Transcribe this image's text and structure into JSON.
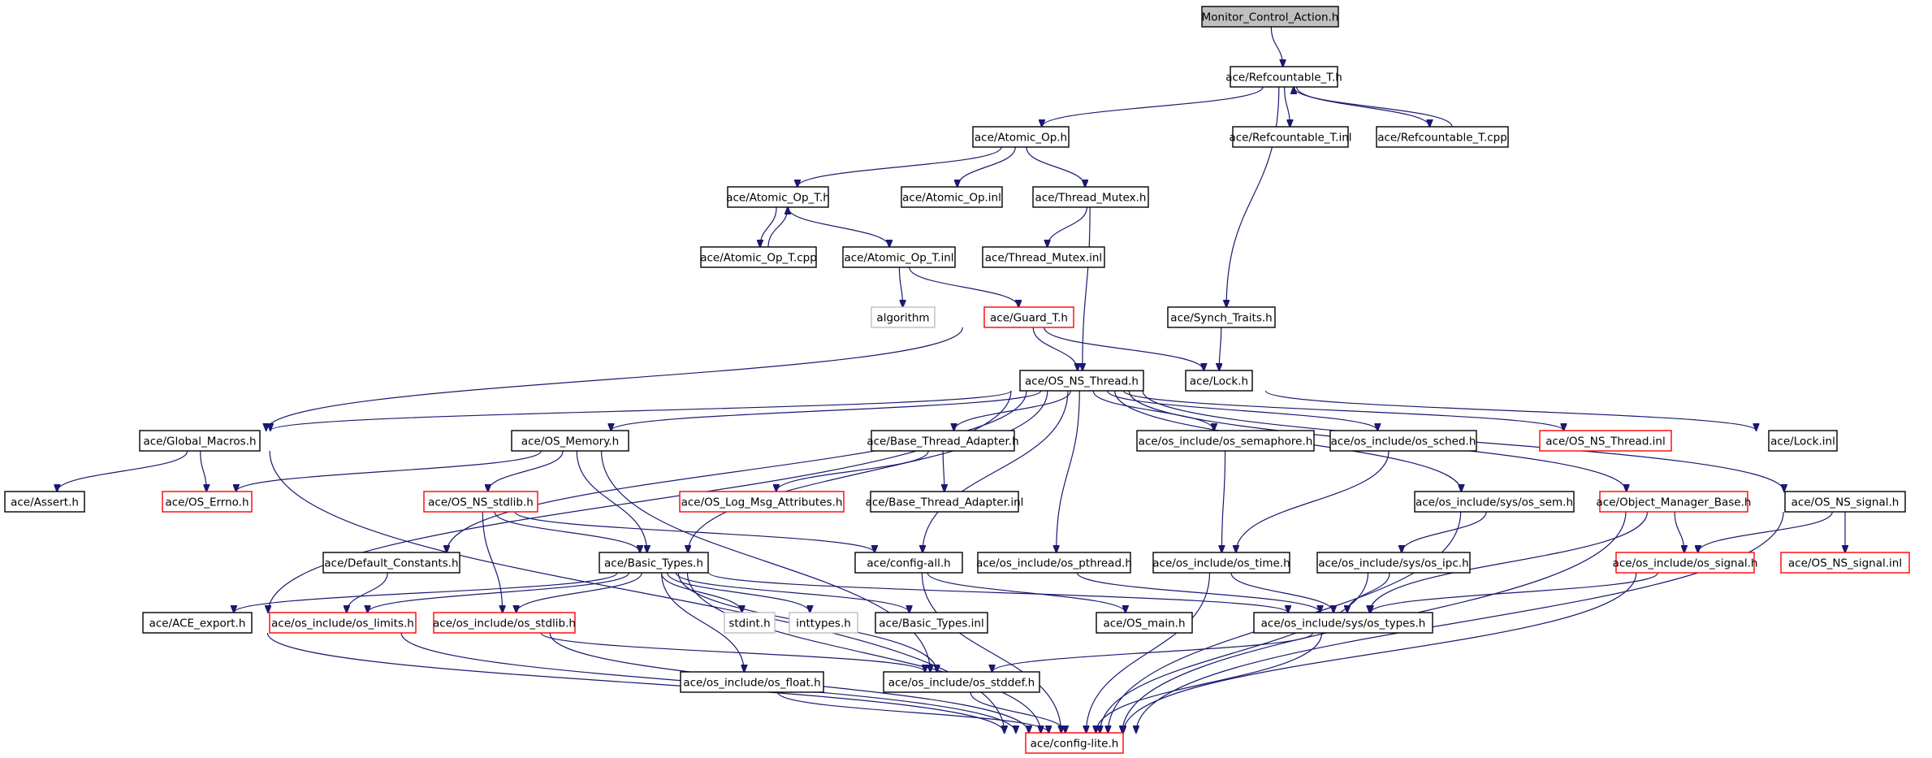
{
  "colors": {
    "edge": "#191970",
    "root_fill": "#bfbfbf",
    "default_border": "#000000",
    "truncated_border": "#ff0000",
    "system_border": "#bfbfbf",
    "text": "#000000"
  },
  "nodes": [
    {
      "id": "n0",
      "label": "Monitor_Control_Action.h",
      "style": "root"
    },
    {
      "id": "n1",
      "label": "ace/Refcountable_T.h",
      "style": "normal"
    },
    {
      "id": "n2",
      "label": "ace/Atomic_Op.h",
      "style": "normal"
    },
    {
      "id": "n3",
      "label": "ace/Refcountable_T.inl",
      "style": "normal"
    },
    {
      "id": "n4",
      "label": "ace/Refcountable_T.cpp",
      "style": "normal"
    },
    {
      "id": "n5",
      "label": "ace/Atomic_Op_T.h",
      "style": "normal"
    },
    {
      "id": "n6",
      "label": "ace/Atomic_Op.inl",
      "style": "normal"
    },
    {
      "id": "n7",
      "label": "ace/Thread_Mutex.h",
      "style": "normal"
    },
    {
      "id": "n8",
      "label": "ace/Atomic_Op_T.cpp",
      "style": "normal"
    },
    {
      "id": "n9",
      "label": "ace/Atomic_Op_T.inl",
      "style": "normal"
    },
    {
      "id": "n10",
      "label": "ace/Thread_Mutex.inl",
      "style": "normal"
    },
    {
      "id": "n11",
      "label": "algorithm",
      "style": "system"
    },
    {
      "id": "n12",
      "label": "ace/Guard_T.h",
      "style": "truncated"
    },
    {
      "id": "n13",
      "label": "ace/Synch_Traits.h",
      "style": "normal"
    },
    {
      "id": "n14",
      "label": "ace/OS_NS_Thread.h",
      "style": "normal"
    },
    {
      "id": "n15",
      "label": "ace/Lock.h",
      "style": "normal"
    },
    {
      "id": "n16",
      "label": "ace/Global_Macros.h",
      "style": "normal"
    },
    {
      "id": "n17",
      "label": "ace/OS_Memory.h",
      "style": "normal"
    },
    {
      "id": "n18",
      "label": "ace/Base_Thread_Adapter.h",
      "style": "normal"
    },
    {
      "id": "n19",
      "label": "ace/os_include/os_semaphore.h",
      "style": "normal"
    },
    {
      "id": "n20",
      "label": "ace/os_include/os_sched.h",
      "style": "normal"
    },
    {
      "id": "n21",
      "label": "ace/OS_NS_Thread.inl",
      "style": "truncated"
    },
    {
      "id": "n22",
      "label": "ace/Lock.inl",
      "style": "normal"
    },
    {
      "id": "n23",
      "label": "ace/Assert.h",
      "style": "normal"
    },
    {
      "id": "n24",
      "label": "ace/OS_Errno.h",
      "style": "truncated"
    },
    {
      "id": "n25",
      "label": "ace/OS_NS_stdlib.h",
      "style": "truncated"
    },
    {
      "id": "n26",
      "label": "ace/OS_Log_Msg_Attributes.h",
      "style": "truncated"
    },
    {
      "id": "n27",
      "label": "ace/Base_Thread_Adapter.inl",
      "style": "normal"
    },
    {
      "id": "n28",
      "label": "ace/os_include/sys/os_sem.h",
      "style": "normal"
    },
    {
      "id": "n29",
      "label": "ace/Object_Manager_Base.h",
      "style": "truncated"
    },
    {
      "id": "n30",
      "label": "ace/OS_NS_signal.h",
      "style": "normal"
    },
    {
      "id": "n31",
      "label": "ace/Default_Constants.h",
      "style": "normal"
    },
    {
      "id": "n32",
      "label": "ace/Basic_Types.h",
      "style": "normal"
    },
    {
      "id": "n33",
      "label": "ace/config-all.h",
      "style": "normal"
    },
    {
      "id": "n34",
      "label": "ace/os_include/os_pthread.h",
      "style": "normal"
    },
    {
      "id": "n35",
      "label": "ace/os_include/os_time.h",
      "style": "normal"
    },
    {
      "id": "n36",
      "label": "ace/os_include/sys/os_ipc.h",
      "style": "normal"
    },
    {
      "id": "n37",
      "label": "ace/os_include/os_signal.h",
      "style": "truncated"
    },
    {
      "id": "n38",
      "label": "ace/OS_NS_signal.inl",
      "style": "truncated"
    },
    {
      "id": "n39",
      "label": "ace/ACE_export.h",
      "style": "normal"
    },
    {
      "id": "n40",
      "label": "ace/os_include/os_limits.h",
      "style": "truncated"
    },
    {
      "id": "n41",
      "label": "ace/os_include/os_stdlib.h",
      "style": "truncated"
    },
    {
      "id": "n42",
      "label": "stdint.h",
      "style": "system"
    },
    {
      "id": "n43",
      "label": "inttypes.h",
      "style": "system"
    },
    {
      "id": "n44",
      "label": "ace/Basic_Types.inl",
      "style": "normal"
    },
    {
      "id": "n45",
      "label": "ace/OS_main.h",
      "style": "normal"
    },
    {
      "id": "n46",
      "label": "ace/os_include/sys/os_types.h",
      "style": "normal"
    },
    {
      "id": "n47",
      "label": "ace/os_include/os_float.h",
      "style": "normal"
    },
    {
      "id": "n48",
      "label": "ace/os_include/os_stddef.h",
      "style": "normal"
    },
    {
      "id": "n49",
      "label": "ace/config-lite.h",
      "style": "truncated"
    }
  ],
  "edges": [
    [
      "n0",
      "n1"
    ],
    [
      "n1",
      "n2"
    ],
    [
      "n1",
      "n3"
    ],
    [
      "n1",
      "n4"
    ],
    [
      "n4",
      "n1"
    ],
    [
      "n1",
      "n13"
    ],
    [
      "n2",
      "n5"
    ],
    [
      "n2",
      "n6"
    ],
    [
      "n2",
      "n7"
    ],
    [
      "n5",
      "n8"
    ],
    [
      "n8",
      "n5"
    ],
    [
      "n5",
      "n9"
    ],
    [
      "n7",
      "n10"
    ],
    [
      "n7",
      "n14"
    ],
    [
      "n9",
      "n11"
    ],
    [
      "n9",
      "n12"
    ],
    [
      "n12",
      "n14"
    ],
    [
      "n12",
      "n15"
    ],
    [
      "n12",
      "n16"
    ],
    [
      "n13",
      "n15"
    ],
    [
      "n15",
      "n22"
    ],
    [
      "n14",
      "n16"
    ],
    [
      "n14",
      "n17"
    ],
    [
      "n14",
      "n18"
    ],
    [
      "n14",
      "n19"
    ],
    [
      "n14",
      "n20"
    ],
    [
      "n14",
      "n21"
    ],
    [
      "n14",
      "n28"
    ],
    [
      "n14",
      "n29"
    ],
    [
      "n14",
      "n30"
    ],
    [
      "n14",
      "n31"
    ],
    [
      "n14",
      "n32"
    ],
    [
      "n14",
      "n33"
    ],
    [
      "n14",
      "n34"
    ],
    [
      "n14",
      "n39"
    ],
    [
      "n16",
      "n23"
    ],
    [
      "n16",
      "n24"
    ],
    [
      "n16",
      "n49"
    ],
    [
      "n17",
      "n24"
    ],
    [
      "n17",
      "n25"
    ],
    [
      "n17",
      "n32"
    ],
    [
      "n17",
      "n48"
    ],
    [
      "n18",
      "n26"
    ],
    [
      "n18",
      "n27"
    ],
    [
      "n19",
      "n35"
    ],
    [
      "n20",
      "n35"
    ],
    [
      "n28",
      "n36"
    ],
    [
      "n28",
      "n49"
    ],
    [
      "n29",
      "n46"
    ],
    [
      "n29",
      "n37"
    ],
    [
      "n29",
      "n49"
    ],
    [
      "n30",
      "n37"
    ],
    [
      "n30",
      "n38"
    ],
    [
      "n30",
      "n49"
    ],
    [
      "n25",
      "n32"
    ],
    [
      "n25",
      "n33"
    ],
    [
      "n25",
      "n41"
    ],
    [
      "n31",
      "n40"
    ],
    [
      "n32",
      "n39"
    ],
    [
      "n32",
      "n40"
    ],
    [
      "n32",
      "n41"
    ],
    [
      "n32",
      "n42"
    ],
    [
      "n32",
      "n43"
    ],
    [
      "n32",
      "n44"
    ],
    [
      "n32",
      "n46"
    ],
    [
      "n32",
      "n47"
    ],
    [
      "n32",
      "n48"
    ],
    [
      "n32",
      "n49"
    ],
    [
      "n33",
      "n45"
    ],
    [
      "n33",
      "n49"
    ],
    [
      "n34",
      "n46"
    ],
    [
      "n35",
      "n46"
    ],
    [
      "n35",
      "n49"
    ],
    [
      "n36",
      "n46"
    ],
    [
      "n36",
      "n49"
    ],
    [
      "n37",
      "n46"
    ],
    [
      "n37",
      "n49"
    ],
    [
      "n39",
      "n49"
    ],
    [
      "n40",
      "n49"
    ],
    [
      "n41",
      "n48"
    ],
    [
      "n41",
      "n49"
    ],
    [
      "n46",
      "n48"
    ],
    [
      "n46",
      "n49"
    ],
    [
      "n47",
      "n49"
    ],
    [
      "n48",
      "n49"
    ]
  ]
}
